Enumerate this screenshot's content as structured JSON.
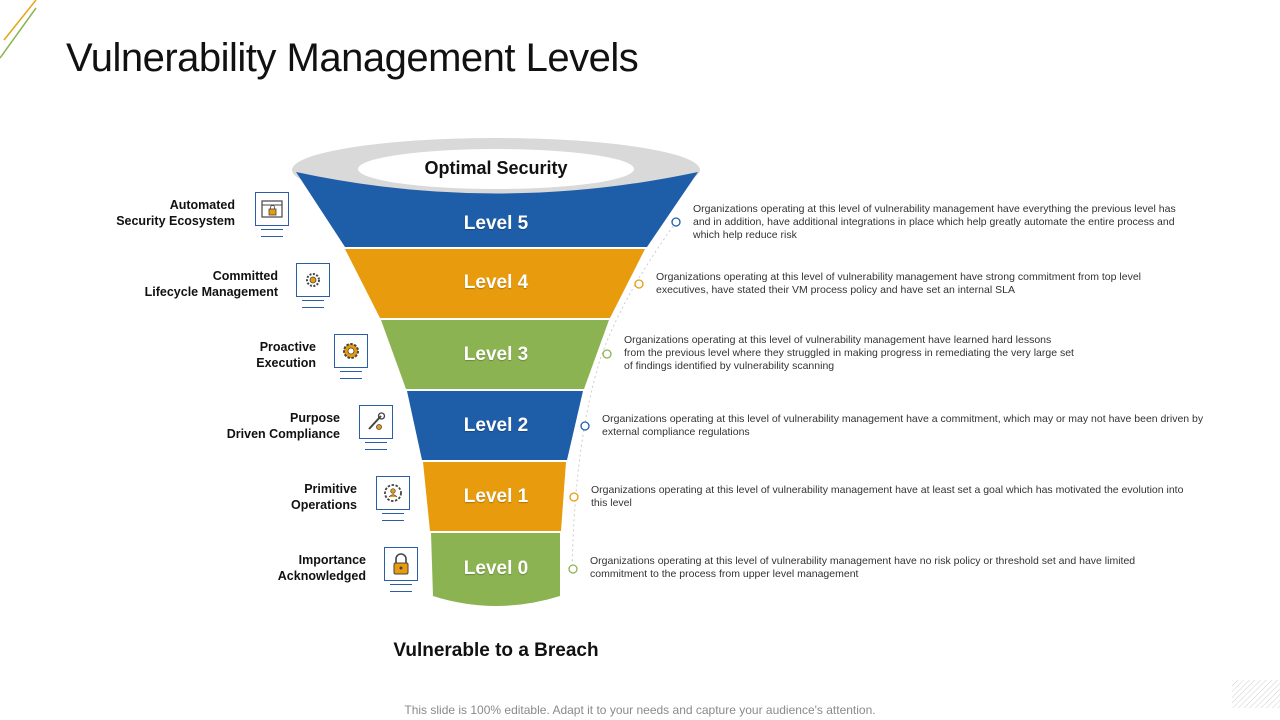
{
  "title": "Vulnerability Management Levels",
  "funnel_top": "Optimal Security",
  "funnel_bottom": "Vulnerable to a Breach",
  "footer": "This slide is 100% editable. Adapt it to your needs and capture your audience's attention.",
  "colors": {
    "blue": "#1E5EA8",
    "orange": "#E89B0C",
    "green": "#8CB351",
    "rim": "#D9D9D9"
  },
  "levels": [
    {
      "label": "Level 5",
      "name_line1": "Automated",
      "name_line2": "Security Ecosystem",
      "icon": "browser-lock-icon",
      "color": "blue",
      "desc": "Organizations operating at this level of vulnerability management  have everything the previous level has and in addition,  have additional integrations in place which help greatly automate the entire process and which help reduce risk"
    },
    {
      "label": "Level 4",
      "name_line1": "Committed",
      "name_line2": "Lifecycle Management",
      "icon": "gears-icon",
      "color": "orange",
      "desc": "Organizations operating at this level of vulnerability management  have strong commitment  from top level executives, have stated their VM process policy and have set an internal SLA"
    },
    {
      "label": "Level 3",
      "name_line1": "Proactive",
      "name_line2": "Execution",
      "icon": "gear-icon",
      "color": "green",
      "desc": "Organizations operating at this level of vulnerability management  have learned hard lessons from the previous level where they struggled in making progress in remediating the very large set of findings identified by vulnerability scanning"
    },
    {
      "label": "Level 2",
      "name_line1": "Purpose",
      "name_line2": "Driven Compliance",
      "icon": "wrench-icon",
      "color": "blue",
      "desc": "Organizations operating at this level of vulnerability management  have a commitment,  which may or may not have been driven by external compliance  regulations"
    },
    {
      "label": "Level 1",
      "name_line1": "Primitive",
      "name_line2": "Operations",
      "icon": "gear-person-icon",
      "color": "orange",
      "desc": "Organizations operating at this level of vulnerability management  have at least set a goal which has motivated the evolution into this level"
    },
    {
      "label": "Level 0",
      "name_line1": "Importance",
      "name_line2": "Acknowledged",
      "icon": "padlock-icon",
      "color": "green",
      "desc": "Organizations operating at this level of vulnerability management  have no risk policy or threshold set and have limited commitment  to the process from upper level management"
    }
  ]
}
